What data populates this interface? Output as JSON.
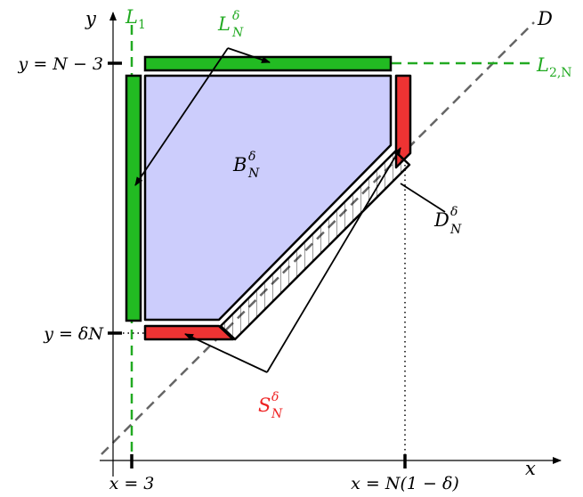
{
  "colors": {
    "green_fill": "#22bb22",
    "green_line": "#22aa22",
    "red_fill": "#ee3333",
    "red_text": "#ee2222",
    "blue_fill": "#cccdfc",
    "gray_dashed": "#666666",
    "black": "#000000"
  },
  "axes": {
    "x_label": "x",
    "y_label": "y"
  },
  "lines": {
    "L1": {
      "name": "L",
      "sub": "1"
    },
    "L2N": {
      "name": "L",
      "sub": "2,N"
    },
    "D": {
      "name": "D"
    }
  },
  "regions": {
    "B": {
      "name": "B",
      "sup": "δ",
      "sub": "N"
    },
    "L": {
      "name": "L",
      "sup": "δ",
      "sub": "N"
    },
    "D": {
      "name": "D",
      "sup": "δ",
      "sub": "N"
    },
    "S": {
      "name": "S",
      "sup": "δ",
      "sub": "N"
    }
  },
  "ticks": {
    "y_top": "y = N − 3",
    "y_bottom": "y = δN",
    "x_left": "x = 3",
    "x_right": "x = N(1 − δ)"
  }
}
